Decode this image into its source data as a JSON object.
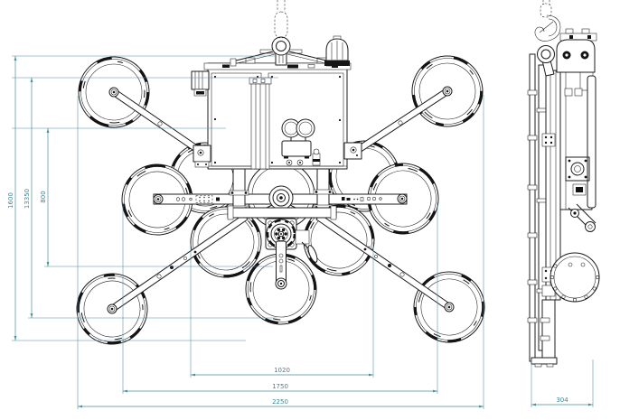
{
  "drawing": {
    "type": "vacuum-lifter-technical-drawing",
    "colors": {
      "background": "#ffffff",
      "line": "#1c1c1c",
      "dimension": "#4a8e99"
    },
    "dims": {
      "left": [
        {
          "label": "1600"
        },
        {
          "label": "13350"
        },
        {
          "label": "800"
        }
      ],
      "bottom": [
        {
          "label": "1020"
        },
        {
          "label": "1750"
        },
        {
          "label": "2250"
        }
      ],
      "side": [
        {
          "label": "304"
        }
      ]
    }
  }
}
